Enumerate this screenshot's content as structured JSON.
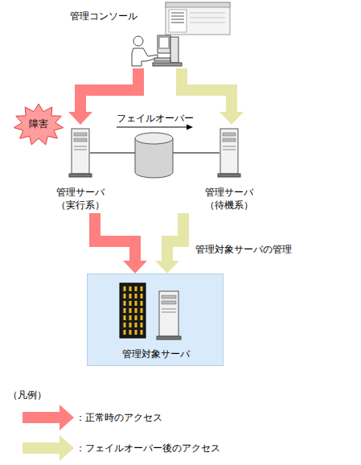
{
  "diagram": {
    "nodes": [
      {
        "text": [
          "管理コンソール"
        ]
      },
      {
        "text": [
          "障害"
        ]
      },
      {
        "text": [
          "管理サーバ （実行系）"
        ]
      },
      {
        "text": [
          "管理サーバ （待機系）"
        ]
      },
      {
        "text": [
          "管理対象サーバ"
        ]
      }
    ],
    "edges": [
      {
        "from": 0,
        "to": 2,
        "arrow": "to"
      },
      {
        "from": 0,
        "to": 3,
        "arrow": "to"
      },
      {
        "from": 2,
        "to": 3,
        "label": "フェイルオーバー",
        "arrow": "to"
      },
      {
        "from": 2,
        "to": 4,
        "arrow": "to"
      },
      {
        "from": 3,
        "to": 4,
        "label": "管理対象サーバの管理",
        "arrow": "to"
      }
    ],
    "labels": [
      "（凡例）"
    ],
    "legend": [
      {
        "text": "：正常時のアクセス",
        "color": "#ff8080"
      },
      {
        "text": "：フェイルオーバー後のアクセス",
        "color": "#e6e6a8"
      }
    ]
  }
}
